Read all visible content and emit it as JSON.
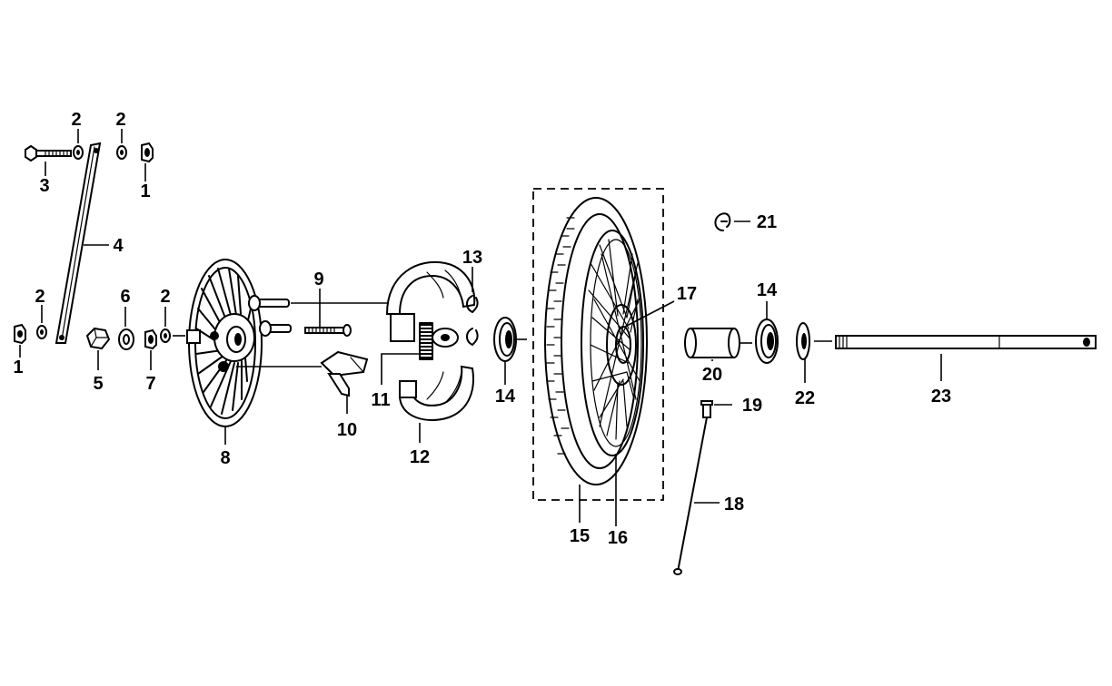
{
  "callouts": {
    "c1a": "1",
    "c1b": "1",
    "c2a": "2",
    "c2b": "2",
    "c2c": "2",
    "c2d": "2",
    "c3": "3",
    "c4": "4",
    "c5": "5",
    "c6": "6",
    "c7": "7",
    "c8": "8",
    "c9": "9",
    "c10": "10",
    "c11": "11",
    "c12": "12",
    "c13": "13",
    "c14a": "14",
    "c14b": "14",
    "c15": "15",
    "c16": "16",
    "c17": "17",
    "c18": "18",
    "c19": "19",
    "c20": "20",
    "c21": "21",
    "c22": "22",
    "c23": "23"
  },
  "colors": {
    "ink": "#000000",
    "background": "#ffffff"
  }
}
